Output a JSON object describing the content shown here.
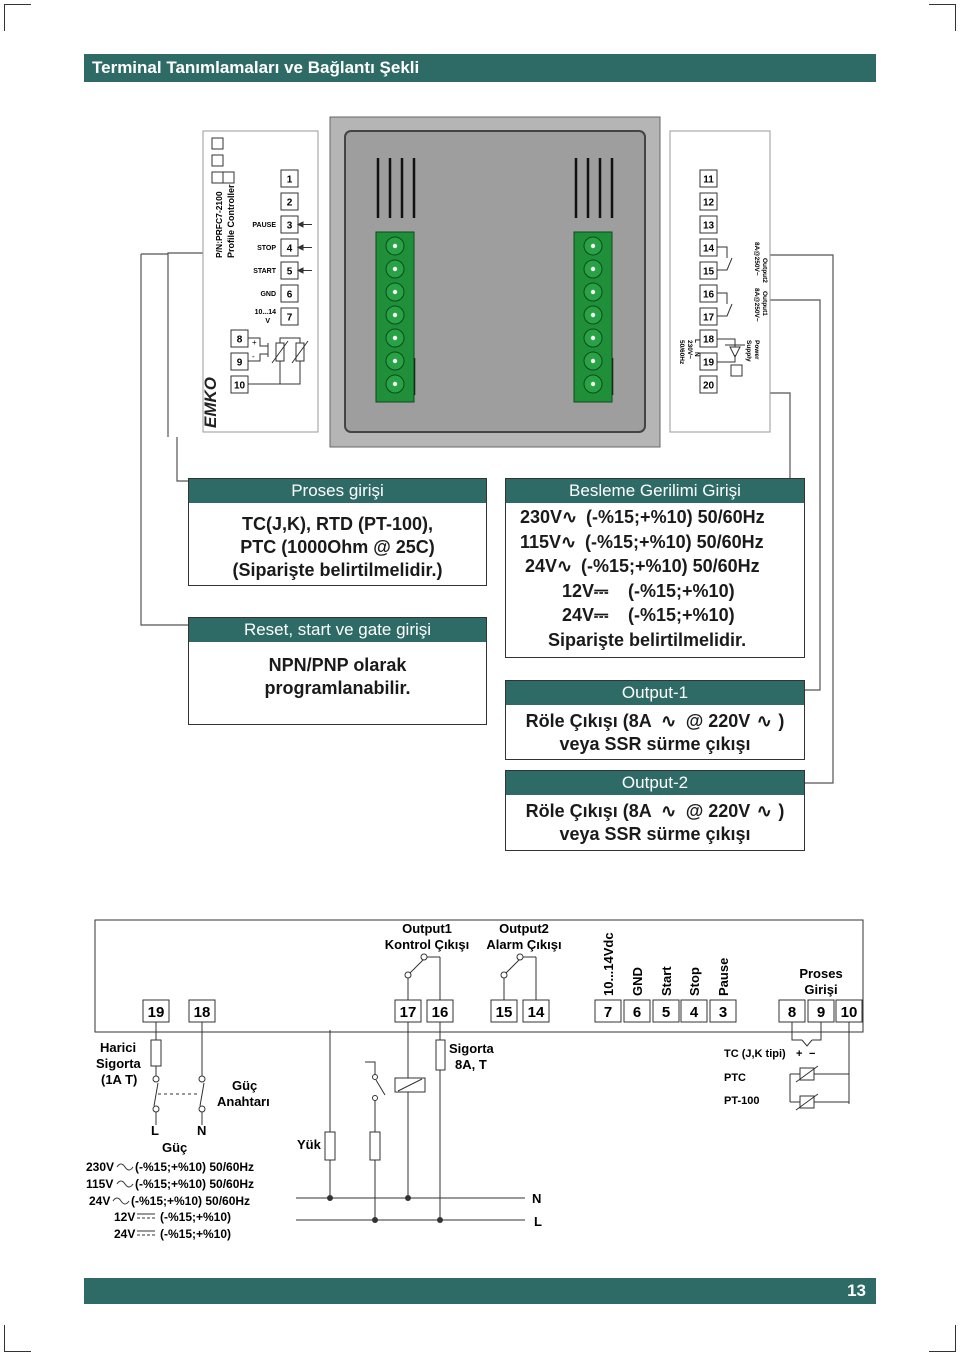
{
  "header": {
    "title": "Terminal Tanımlamaları ve Bağlantı Şekli"
  },
  "footer": {
    "page_number": "13"
  },
  "device": {
    "brand": "EMKO",
    "part_number": "P/N:PRFC7-2100",
    "model": "Profile Controller",
    "left_labels": {
      "pause": "PAUSE",
      "stop": "STOP",
      "start": "START",
      "gnd": "GND",
      "vdc": "10...14",
      "vdc_unit": "V",
      "plus": "+",
      "minus": "-"
    },
    "left_terminals": [
      "1",
      "2",
      "3",
      "4",
      "5",
      "6",
      "7"
    ],
    "sensor_terminals": [
      "8",
      "9",
      "10"
    ],
    "right_terminals": [
      "11",
      "12",
      "13",
      "14",
      "15",
      "16",
      "17",
      "18",
      "19",
      "20"
    ],
    "right_labels": {
      "output2": "Output2",
      "output2_rating": "8A@250V~",
      "output1": "Output1",
      "output1_rating": "8A@250V~",
      "power_supply": "Power",
      "power_supply2": "Supply",
      "supply_rating": "230V~",
      "supply_freq": "50/60Hz",
      "L": "L",
      "N": "N"
    }
  },
  "boxes": {
    "proses": {
      "title": "Proses girişi",
      "lines": [
        "TC(J,K), RTD (PT-100),",
        "PTC (1000Ohm @ 25C)",
        "(Siparişte belirtilmelidir.)"
      ]
    },
    "reset": {
      "title": "Reset, start ve gate girişi",
      "lines": [
        "NPN/PNP olarak",
        "programlanabilir."
      ]
    },
    "besleme": {
      "title": "Besleme Gerilimi Girişi",
      "lines": [
        "230V",
        "(-%15;+%10) 50/60Hz",
        "115V",
        "(-%15;+%10) 50/60Hz",
        "24V",
        "(-%15;+%10) 50/60Hz",
        "12V",
        "(-%15;+%10)",
        "24V",
        "(-%15;+%10)",
        "Siparişte belirtilmelidir."
      ]
    },
    "output1": {
      "title": "Output-1",
      "line1a": "Röle Çıkışı (8A",
      "line1b": "@ 220V",
      "line1c": ")",
      "line2": "veya SSR sürme çıkışı"
    },
    "output2": {
      "title": "Output-2",
      "line1a": "Röle Çıkışı (8A",
      "line1b": "@ 220V",
      "line1c": ")",
      "line2": "veya SSR sürme çıkışı"
    }
  },
  "wiring": {
    "terminals": [
      "19",
      "18",
      "17",
      "16",
      "15",
      "14",
      "7",
      "6",
      "5",
      "4",
      "3",
      "8",
      "9",
      "10"
    ],
    "output1_label": [
      "Output1",
      "Kontrol Çıkışı"
    ],
    "output2_label": [
      "Output2",
      "Alarm Çıkışı"
    ],
    "vertical_labels": [
      "10...14Vdc",
      "GND",
      "Start",
      "Stop",
      "Pause"
    ],
    "proses_label": [
      "Proses",
      "Girişi"
    ],
    "fuse_external": [
      "Harici",
      "Sigorta",
      "(1A T)"
    ],
    "power_switch": [
      "Güç",
      "Anahtarı"
    ],
    "fuse_8a": [
      "Sigorta",
      "8A, T"
    ],
    "sensor_labels": {
      "tc": "TC (J,K tipi)",
      "plus": "+",
      "minus": "−",
      "ptc": "PTC",
      "pt100": "PT-100"
    },
    "L": "L",
    "N": "N",
    "guc": "Güç",
    "yuk": "Yük",
    "line_L": "L",
    "line_N": "N",
    "supply_lines": [
      {
        "v": "230V",
        "r": "(-%15;+%10) 50/60Hz"
      },
      {
        "v": "115V",
        "r": "(-%15;+%10) 50/60Hz"
      },
      {
        "v": "24V",
        "r": "(-%15;+%10) 50/60Hz"
      },
      {
        "v": "12V",
        "r": "(-%15;+%10)"
      },
      {
        "v": "24V",
        "r": "(-%15;+%10)"
      }
    ]
  },
  "colors": {
    "banner": "#2f6b66",
    "connector_green": "#1f8f3a",
    "device_gray": "#b8b8b8"
  }
}
